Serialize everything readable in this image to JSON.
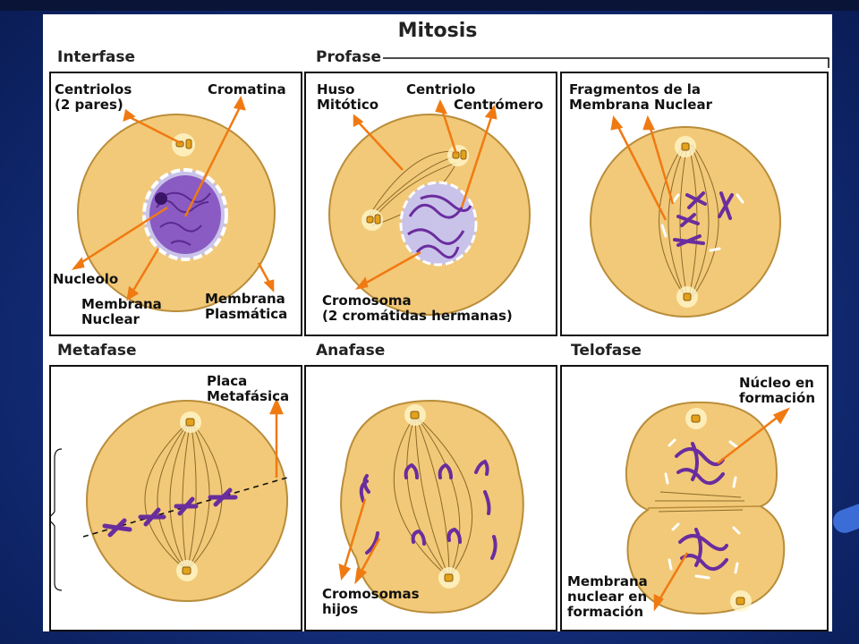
{
  "title": "Mitosis",
  "phases": {
    "interfase": "Interfase",
    "profase": "Profase",
    "metafase": "Metafase",
    "anafase": "Anafase",
    "telofase": "Telofase"
  },
  "labels": {
    "centriolos_1": "Centriolos",
    "centriolos_2": "(2 pares)",
    "cromatina": "Cromatina",
    "nucleolo": "Nucleolo",
    "membrana_nuclear_1": "Membrana",
    "membrana_nuclear_2": "Nuclear",
    "membrana_plasmatica_1": "Membrana",
    "membrana_plasmatica_2": "Plasmática",
    "huso_1": "Huso",
    "huso_2": "Mitótico",
    "centriolo": "Centriolo",
    "centromero": "Centrómero",
    "cromosoma_1": "Cromosoma",
    "cromosoma_2": "(2 cromátidas hermanas)",
    "fragmentos_1": "Fragmentos de la",
    "fragmentos_2": "Membrana Nuclear",
    "placa_1": "Placa",
    "placa_2": "Metafásica",
    "cromosomas_hijos_1": "Cromosomas",
    "cromosomas_hijos_2": "hijos",
    "nucleo_formacion_1": "Núcleo en",
    "nucleo_formacion_2": "formación",
    "membrana_formacion_1": "Membrana",
    "membrana_formacion_2": "nuclear en",
    "membrana_formacion_3": "formación"
  },
  "colors": {
    "cytoplasm": "#f2c978",
    "cell_edge": "#b98d3a",
    "chromatin": "#6a2d9e",
    "arrow": "#f07a12",
    "nucleus": "#c9c3e9"
  }
}
